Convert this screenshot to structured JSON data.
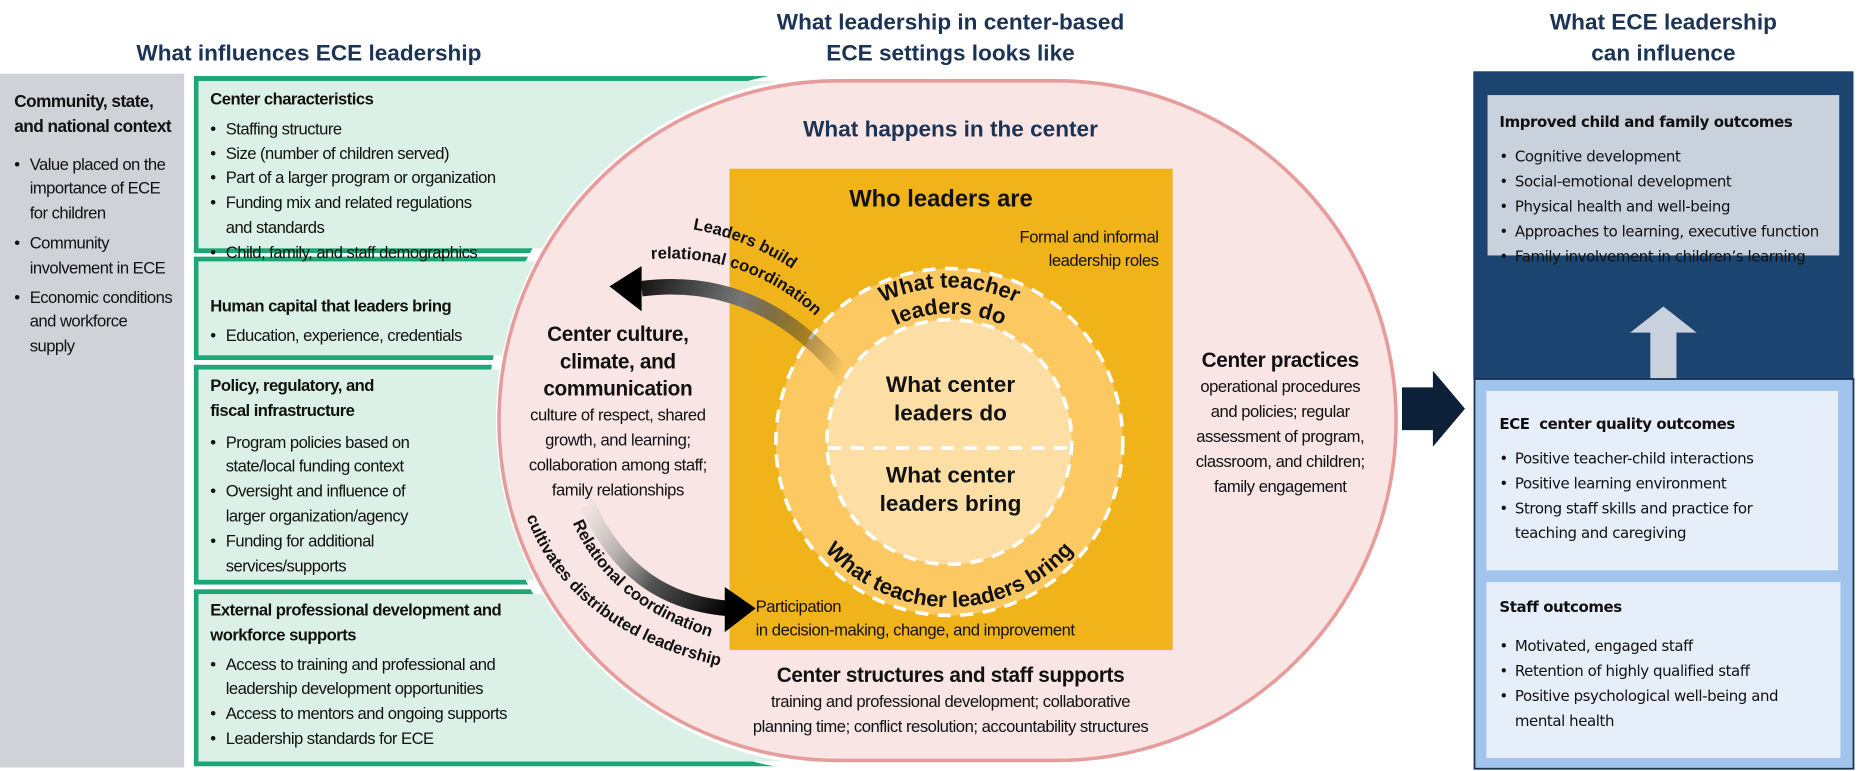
{
  "titles": {
    "left": "What influences ECE leadership",
    "center_line1": "What leadership in center-based",
    "center_line2": "ECE settings looks like",
    "right_line1": "What ECE leadership",
    "right_line2": "can influence",
    "center_inner": "What happens in the center"
  },
  "context": {
    "title": "Community, state, and national context",
    "items": [
      "Value placed on the importance of ECE for children",
      "Community involvement in ECE",
      "Economic conditions and workforce supply"
    ]
  },
  "influences": [
    {
      "title": "Center characteristics",
      "items": [
        "Staffing structure",
        "Size (number of children served)",
        "Part of a larger program or organization",
        "Funding mix and related regulations and standards",
        "Child, family, and staff demographics"
      ]
    },
    {
      "title": "Human capital that leaders bring",
      "items": [
        "Education, experience, credentials"
      ]
    },
    {
      "title": "Policy, regulatory, and fiscal infrastructure",
      "items": [
        "Program policies based on state/local funding context",
        "Oversight and influence of larger organization/agency",
        "Funding for additional services/supports"
      ]
    },
    {
      "title": "External professional development and workforce supports",
      "items": [
        "Access to training and professional and leadership development opportunities",
        "Access to mentors and ongoing supports",
        "Leadership standards for ECE"
      ]
    }
  ],
  "center": {
    "who_leaders_are": "Who leaders are",
    "formal_roles_1": "Formal and informal",
    "formal_roles_2": "leadership roles",
    "teacher_do_1": "What teacher",
    "teacher_do_2": "leaders do",
    "center_do_1": "What center",
    "center_do_2": "leaders do",
    "center_bring_1": "What center",
    "center_bring_2": "leaders bring",
    "teacher_bring": "What teacher leaders bring",
    "arrow1_line1": "Leaders build",
    "arrow1_line2": "relational coordination",
    "arrow2_line1": "Relational coordination",
    "arrow2_line2": "cultivates distributed leadership",
    "participation_1": "Participation",
    "participation_2": "in decision-making, change, and improvement",
    "culture_title": [
      "Center culture,",
      "climate, and",
      "communication"
    ],
    "culture_sub": [
      "culture of respect, shared",
      "growth, and learning;",
      "collaboration among staff;",
      "family relationships"
    ],
    "practices_title": "Center practices",
    "practices_sub": [
      "operational procedures",
      "and policies; regular",
      "assessment of program,",
      "classroom, and children;",
      "family engagement"
    ],
    "structures_title": "Center structures and staff supports",
    "structures_sub": [
      "training and professional development; collaborative",
      "planning time; conflict resolution; accountability structures"
    ]
  },
  "outcomes": [
    {
      "title": "Improved child and family outcomes",
      "items": [
        "Cognitive development",
        "Social-emotional development",
        "Physical health and well-being",
        "Approaches to learning, executive function",
        "Family involvement in children’s learning"
      ]
    },
    {
      "title": "ECE  center quality outcomes",
      "items": [
        "Positive teacher-child interactions",
        "Positive learning environment",
        "Strong staff skills and practice for teaching and caregiving"
      ]
    },
    {
      "title": "Staff outcomes",
      "items": [
        "Motivated, engaged staff",
        "Retention of highly qualified staff",
        "Positive psychological well-being and mental health"
      ]
    }
  ],
  "colors": {
    "navy": "#1b3354",
    "green": "#1ea776",
    "green_fill": "#dbf0e6",
    "gray": "#cfd2d6",
    "pink": "#f8e5e4",
    "pink_stroke": "#e79c9c",
    "gold": "#f0b41a",
    "dark_blue": "#1c4470",
    "light_blue": "#a0c4ec"
  }
}
